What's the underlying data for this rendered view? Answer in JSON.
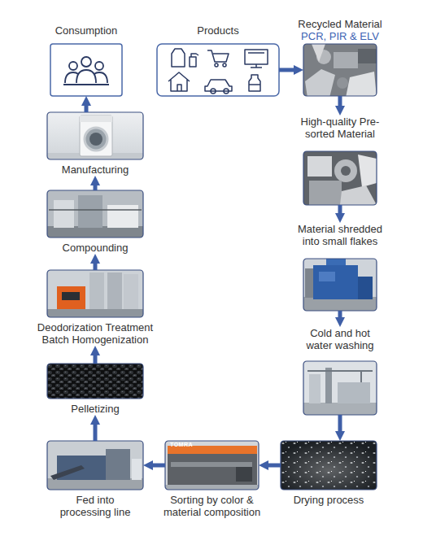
{
  "diagram": {
    "nodes": [
      {
        "text": [
          "Consumption"
        ]
      },
      {
        "text": [
          "Products"
        ]
      },
      {
        "text": [
          "Recycled Material",
          "PCR, PIR & ELV"
        ]
      },
      {
        "text": [
          "High-quality Pre-sorted Material"
        ]
      },
      {
        "text": [
          "Material shredded into small flakes"
        ]
      },
      {
        "text": [
          "Cold and hot water washing"
        ]
      },
      {
        "text": [
          "Drying process"
        ]
      },
      {
        "text": [
          "Sorting by color & material composition"
        ]
      },
      {
        "text": [
          "Fed into processing line"
        ]
      },
      {
        "text": [
          "Pelletizing"
        ]
      },
      {
        "text": [
          "Deodorization Treatment Batch Homogenization"
        ]
      },
      {
        "text": [
          "Compounding"
        ]
      },
      {
        "text": [
          "Manufacturing"
        ]
      }
    ],
    "edges": [
      {
        "from": 1,
        "to": 2,
        "arrow": "to"
      },
      {
        "from": 2,
        "to": 3,
        "arrow": "to"
      },
      {
        "from": 3,
        "to": 4,
        "arrow": "to"
      },
      {
        "from": 4,
        "to": 5,
        "arrow": "to"
      },
      {
        "from": 5,
        "to": 6,
        "arrow": "to"
      },
      {
        "from": 6,
        "to": 7,
        "arrow": "to"
      },
      {
        "from": 7,
        "to": 8,
        "arrow": "to"
      },
      {
        "from": 8,
        "to": 9,
        "arrow": "to"
      },
      {
        "from": 9,
        "to": 10,
        "arrow": "to"
      },
      {
        "from": 10,
        "to": 11,
        "arrow": "to"
      },
      {
        "from": 11,
        "to": 12,
        "arrow": "to"
      },
      {
        "from": 12,
        "to": 0,
        "arrow": "to"
      }
    ],
    "labels": [
      "TOMRA"
    ]
  }
}
